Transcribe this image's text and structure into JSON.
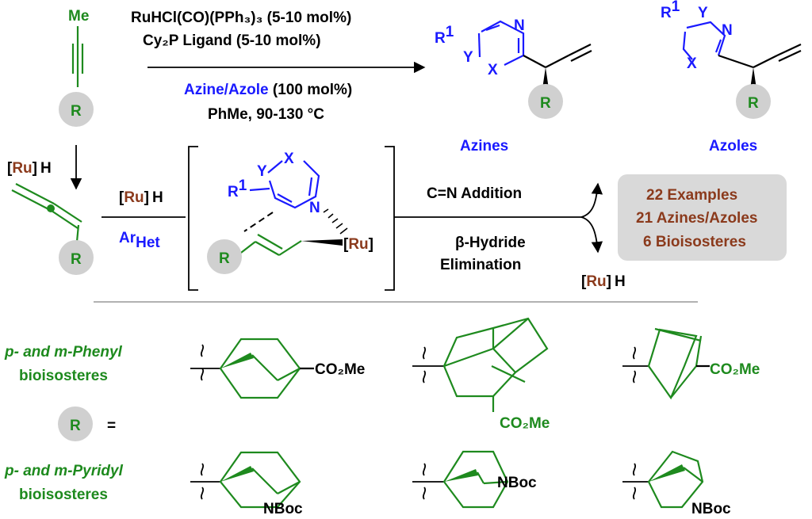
{
  "conditions": {
    "catalyst": "RuHCl(CO)(PPh₃)₃ (5-10 mol%)",
    "ligand": "Cy₂P Ligand (5-10 mol%)",
    "heterocycle": "Azine/Azole",
    "heterocycle_amount": " (100 mol%)",
    "solvent_temp": "PhMe, 90-130 °C"
  },
  "labels": {
    "me": "Me",
    "r": "R",
    "r1": "R",
    "r1_sup": "1",
    "n": "N",
    "x": "X",
    "y": "Y",
    "ru": "Ru",
    "h": "H",
    "ar": "Ar",
    "het": "Het",
    "azines": "Azines",
    "azoles": "Azoles",
    "equals": "=",
    "co2me": "CO₂Me",
    "nboc": "NBoc"
  },
  "mechanism": {
    "addition": "C=N Addition",
    "beta": "β-Hydride",
    "elimination": "Elimination"
  },
  "summary": {
    "examples": "22 Examples",
    "heterocycles": "21 Azines/Azoles",
    "bioisosteres": "6 Bioisosteres",
    "box_color": "#d9d9d9",
    "text_color": "#8b3a1c"
  },
  "bioisosteres": {
    "phenyl_title": "p- and m-Phenyl",
    "phenyl_sub": "bioisosteres",
    "pyridyl_title": "p- and m-Pyridyl",
    "pyridyl_sub": "bioisosteres"
  },
  "colors": {
    "green": "#1e8a1e",
    "blue": "#1a1aff",
    "brown": "#8b3a1c"
  }
}
